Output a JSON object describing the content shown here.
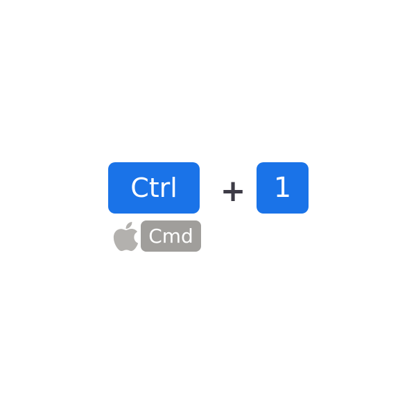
{
  "shortcut": {
    "modifier_key_label": "Ctrl",
    "separator": "+",
    "key_label": "1",
    "mac_modifier_label": "Cmd",
    "mac_icon": "apple-logo-icon"
  },
  "colors": {
    "key_background": "#1a73e8",
    "key_text": "#ffffff",
    "separator_text": "#3d3b46",
    "mac_badge_background": "#a09e9b",
    "mac_badge_text": "#ffffff",
    "apple_logo_gray": "#b3b1ae",
    "page_background": "#ffffff"
  }
}
